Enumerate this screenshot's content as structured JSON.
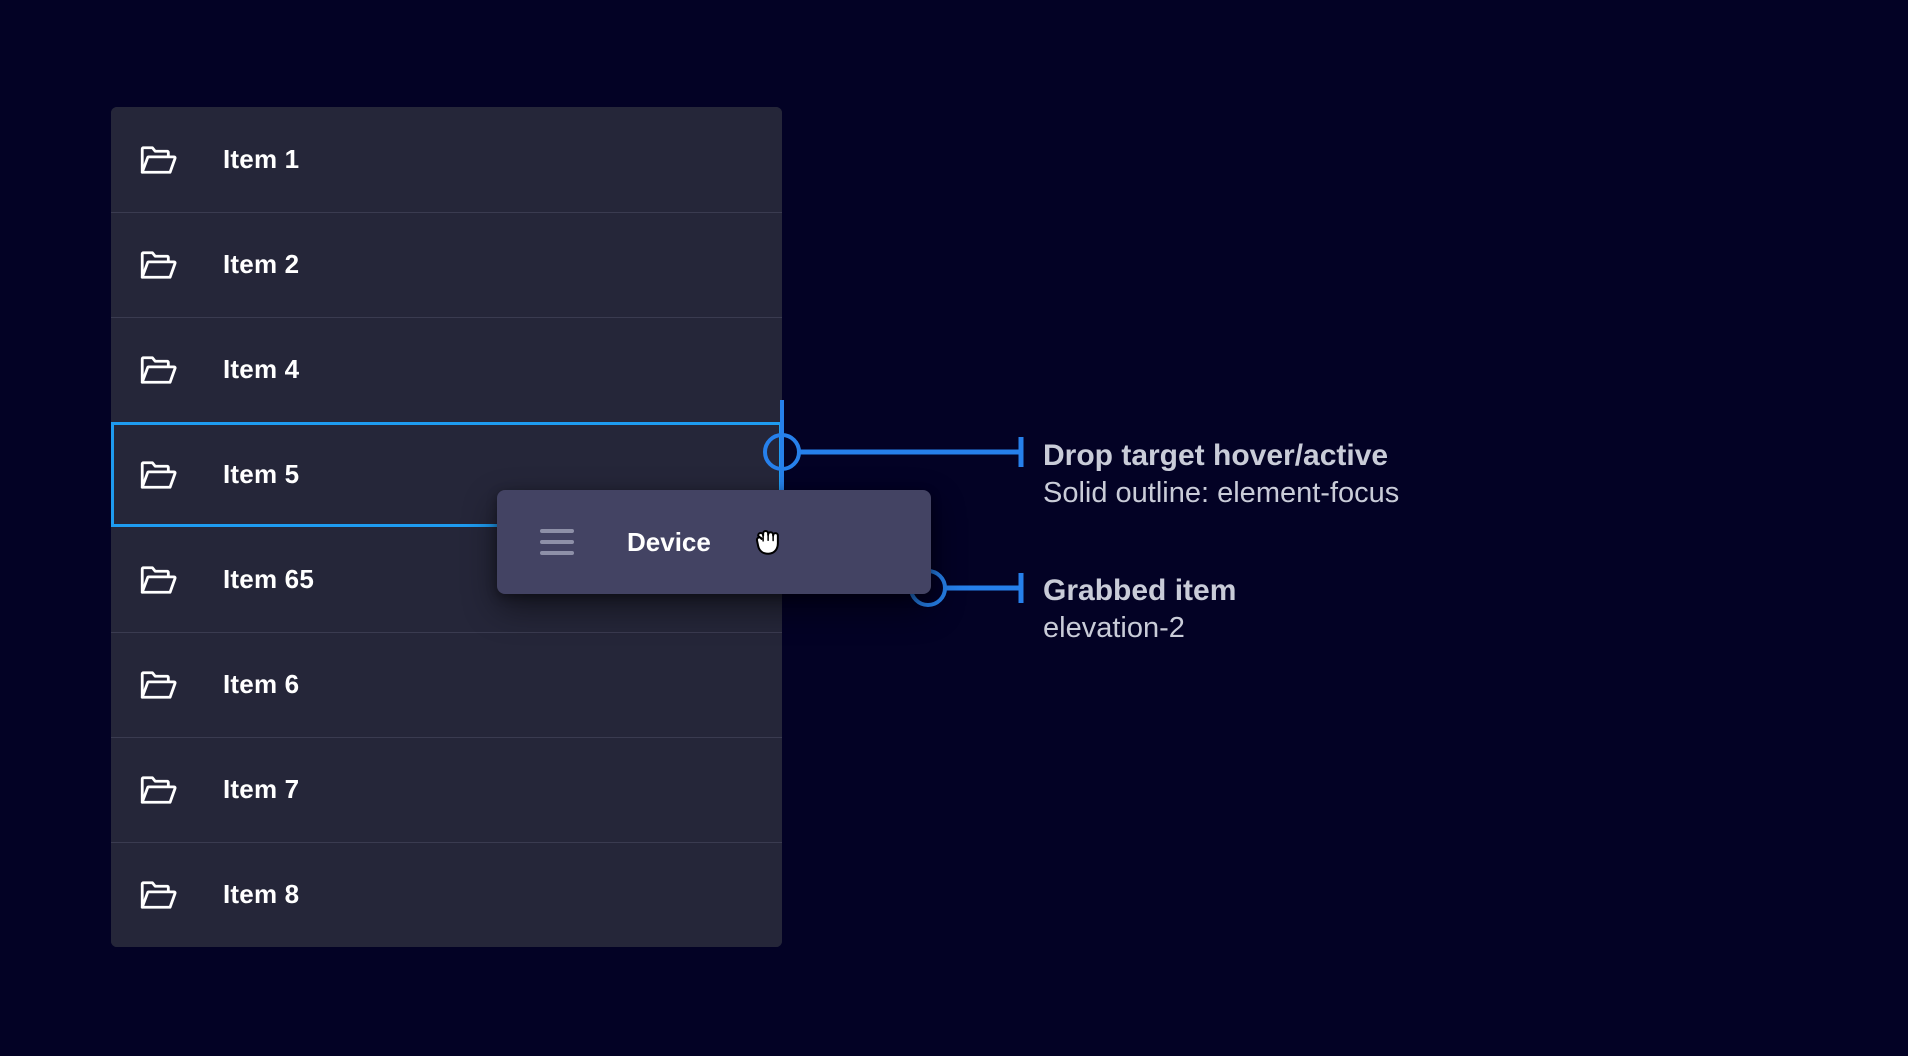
{
  "colors": {
    "background": "#030225",
    "panel": "#252639",
    "row_divider": "#3a3b50",
    "focus_outline": "#1e9bf0",
    "callout_line": "#2680eb",
    "drag_card": "#434363",
    "label_text": "#ffffff",
    "annotation_text": "#c9ccd8",
    "grip_icon": "#8e90a8"
  },
  "list": {
    "name": "drop-target-list",
    "items": [
      {
        "icon": "folder-icon",
        "label": "Item 1",
        "selected": false
      },
      {
        "icon": "folder-icon",
        "label": "Item 2",
        "selected": false
      },
      {
        "icon": "folder-icon",
        "label": "Item 4",
        "selected": false
      },
      {
        "icon": "folder-icon",
        "label": "Item 5",
        "selected": true
      },
      {
        "icon": "folder-icon",
        "label": "Item 65",
        "selected": false
      },
      {
        "icon": "folder-icon",
        "label": "Item 6",
        "selected": false
      },
      {
        "icon": "folder-icon",
        "label": "Item 7",
        "selected": false
      },
      {
        "icon": "folder-icon",
        "label": "Item 8",
        "selected": false
      }
    ]
  },
  "drag_card": {
    "grip_icon": "hamburger-grip-icon",
    "label": "Device",
    "cursor": "grabbing-hand-cursor"
  },
  "annotations": [
    {
      "id": "drop-target",
      "title": "Drop target hover/active",
      "subtitle": "Solid outline: element-focus"
    },
    {
      "id": "grabbed-item",
      "title": "Grabbed item",
      "subtitle": "elevation-2"
    }
  ]
}
